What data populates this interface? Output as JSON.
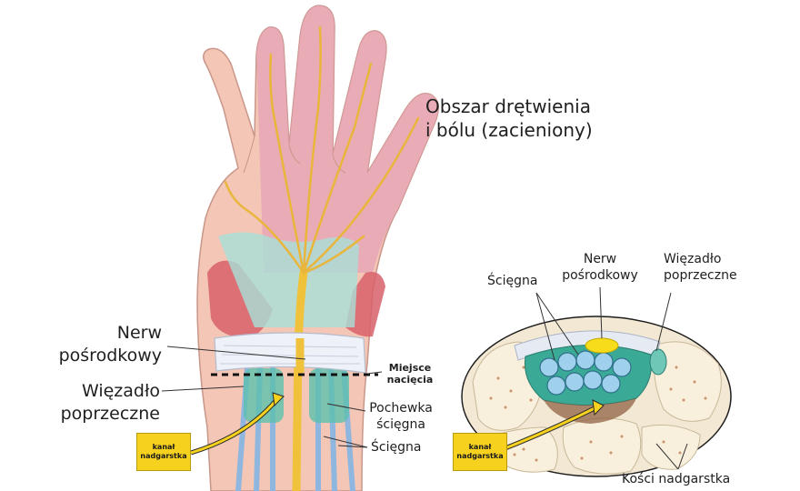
{
  "hand_labels": {
    "numbness_area_line1": "Obszar drętwienia",
    "numbness_area_line2": "i bólu (zacieniony)",
    "median_nerve_line1": "Nerw",
    "median_nerve_line2": "pośrodkowy",
    "ligament_line1": "Więzadło",
    "ligament_line2": "poprzeczne",
    "incision_line1": "Miejsce",
    "incision_line2": "nacięcia",
    "sheath_line1": "Pochewka",
    "sheath_line2": "ścięgna",
    "tendons": "Ścięgna",
    "tunnel_tag_line1": "kanał",
    "tunnel_tag_line2": "nadgarstka"
  },
  "cross_section_labels": {
    "tendons": "Ścięgna",
    "median_nerve_line1": "Nerw",
    "median_nerve_line2": "pośrodkowy",
    "ligament_line1": "Więzadło",
    "ligament_line2": "poprzeczne",
    "carpal_bones": "Kości nadgarstka",
    "tunnel_tag_line1": "kanał",
    "tunnel_tag_line2": "nadgarstka"
  },
  "colors": {
    "skin": "#f2c4b4",
    "shaded_area": "#e8a7b4",
    "nerve": "#f0c23b",
    "ligament": "#e9edf6",
    "tendon_sheath": "#4fb8a8",
    "tendon": "#9fc7e6",
    "muscle": "#d9606a",
    "bone": "#f4ead4",
    "tag": "#f6d21f"
  }
}
